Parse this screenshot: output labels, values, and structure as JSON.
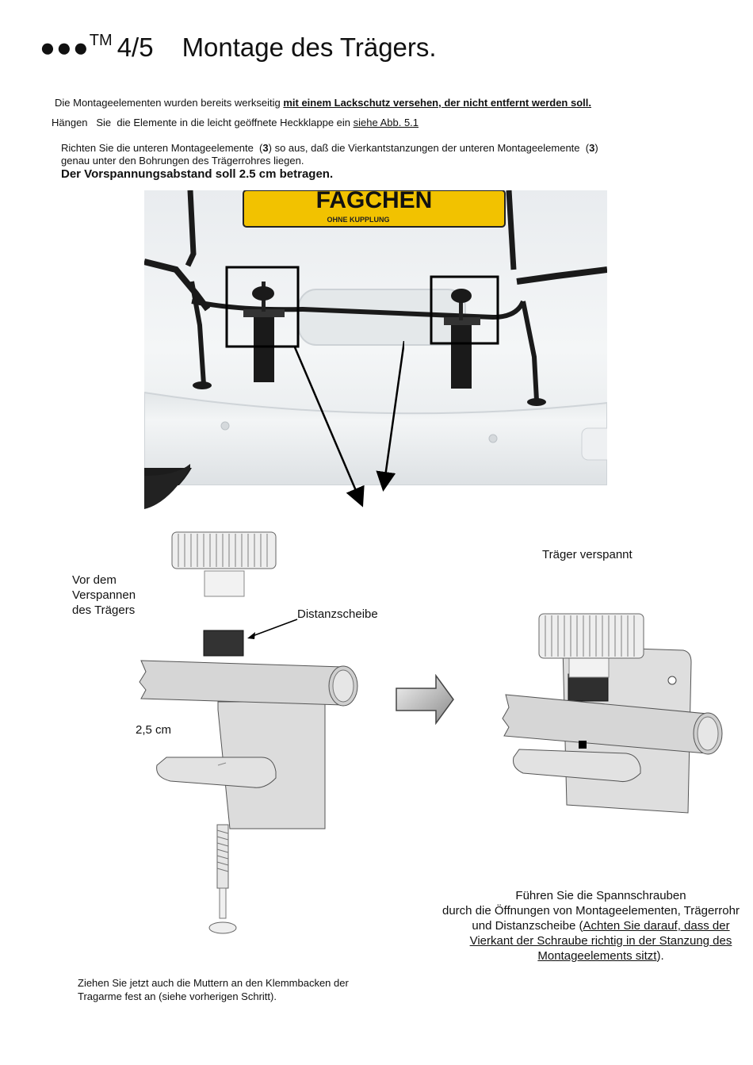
{
  "header": {
    "dots": "●●●",
    "tm": "TM",
    "step": "4/5",
    "title": "Montage des Trägers."
  },
  "intro": {
    "line1_plain": "Die Montageelementen wurden bereits werkseitig ",
    "line1_bold": "mit einem Lackschutz versehen, der nicht entfernt werden soll.",
    "line2_plain": "Hängen   Sie  die Elemente in die leicht geöffnete Heckklappe ein ",
    "line2_link": "siehe Abb. 5.1",
    "line3_a": "Richten Sie die unteren Montageelemente  (",
    "line3_b": "3",
    "line3_c": ") so aus, daß die Vierkantstanzungen der unteren Montageelemente  (",
    "line3_d": "3",
    "line3_e": ")",
    "line4": "genau unter den Bohrungen des Trägerrohres liegen.",
    "line5": "Der Vorspannungsabstand soll 2.5 cm betragen."
  },
  "photo": {
    "plate_text": "FAGCHEN",
    "plate_small": "OHNE KUPPLUNG"
  },
  "diagram": {
    "before_label_1": "Vor dem",
    "before_label_2": "Verspannen",
    "before_label_3": "des Trägers",
    "spacer_label": "Distanzscheibe",
    "distance_label": "2,5 cm",
    "after_label": "Träger verspannt"
  },
  "instructions": {
    "right_1": "Führen Sie die Spannschrauben",
    "right_2": "durch die Öffnungen von Montageelementen, Trägerrohr",
    "right_3a": "und Distanzscheibe (",
    "right_3b": "Achten Sie darauf, dass der",
    "right_4": "Vierkant der Schraube richtig in der Stanzung des",
    "right_5a": "Montageelements sitzt",
    "right_5b": ").",
    "left_1": "Ziehen Sie jetzt auch die Muttern an den Klemmbacken der",
    "left_2": "Tragarme fest an (siehe vorherigen Schritt)."
  }
}
